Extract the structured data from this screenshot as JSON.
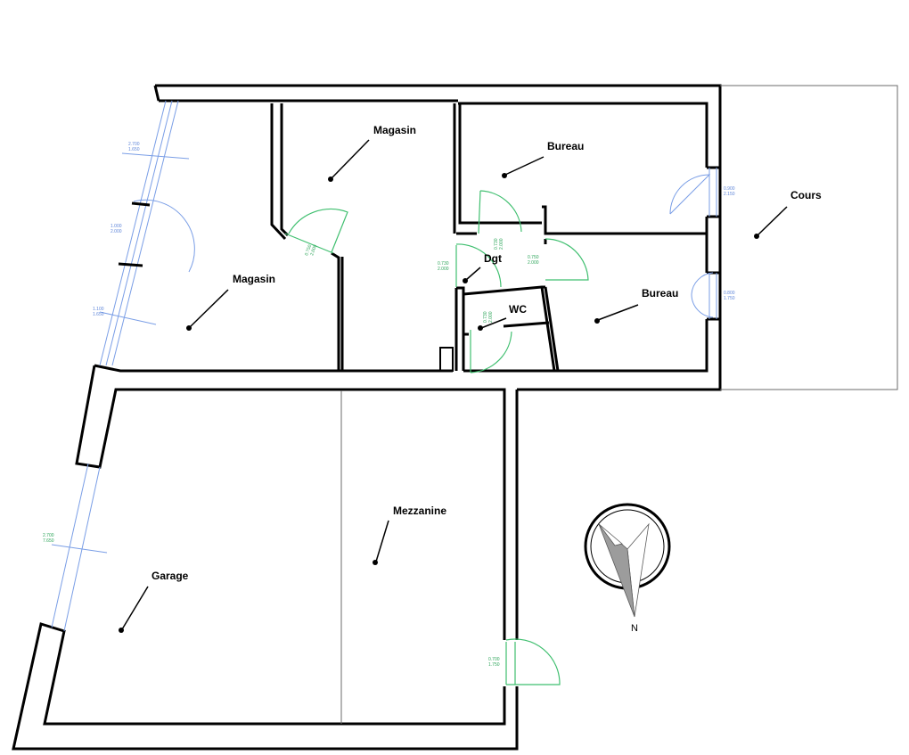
{
  "rooms": {
    "magasin_top": "Magasin",
    "bureau_top": "Bureau",
    "cours": "Cours",
    "magasin_left": "Magasin",
    "dgt": "Dgt",
    "wc": "WC",
    "bureau_mid": "Bureau",
    "mezzanine": "Mezzanine",
    "garage": "Garage"
  },
  "compass": {
    "label": "N"
  },
  "dimensions": {
    "window_1": [
      "2.700",
      "1.650"
    ],
    "window_2": [
      "1.000",
      "2.000"
    ],
    "window_3": [
      "1.100",
      "1.650"
    ],
    "window_garage": [
      "2.700",
      "7.650"
    ],
    "door_cours_1": [
      "0.900",
      "2.150"
    ],
    "door_cours_2": [
      "0.800",
      "1.750"
    ],
    "door_magasin": [
      "0.750",
      "2.000"
    ],
    "door_dgt_left": [
      "0.730",
      "2.000"
    ],
    "door_dgt_top": [
      "0.730",
      "2.000"
    ],
    "door_bureau": [
      "0.750",
      "2.000"
    ],
    "door_wc": [
      "0.730",
      "2.000"
    ],
    "door_garage": [
      "0.700",
      "1.750"
    ]
  },
  "colors": {
    "wall": "#000000",
    "window": "#7a9ee6",
    "door": "#3fbf6f",
    "partition": "#6b6b6b"
  }
}
